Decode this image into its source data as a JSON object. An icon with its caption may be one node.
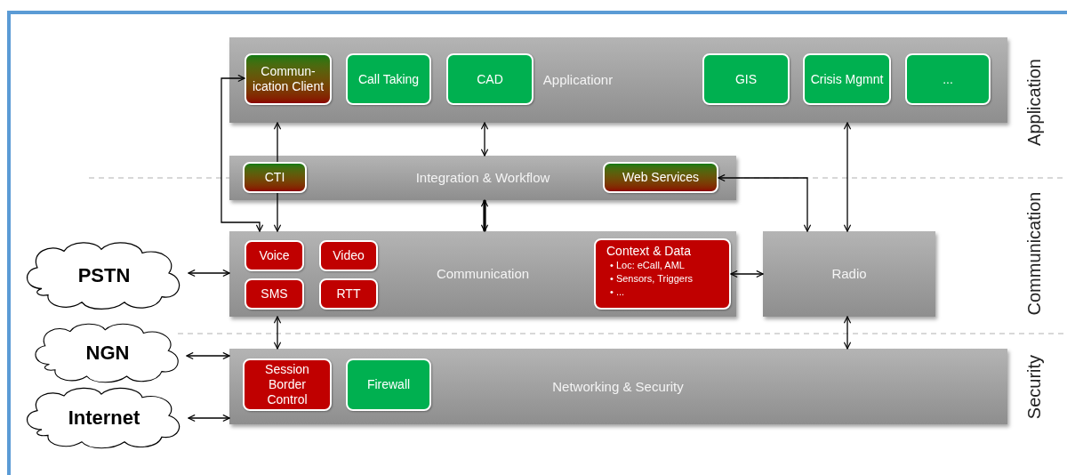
{
  "diagram": {
    "nodes": [
      {
        "text": [
          "Applicationr"
        ]
      },
      {
        "text": [
          "Commun-ication Client"
        ],
        "in": 0
      },
      {
        "text": [
          "Call Taking"
        ],
        "in": 0
      },
      {
        "text": [
          "CAD"
        ],
        "in": 0
      },
      {
        "text": [
          "GIS"
        ],
        "in": 0
      },
      {
        "text": [
          "Crisis Mgmnt"
        ],
        "in": 0
      },
      {
        "text": [
          "..."
        ],
        "in": 0
      },
      {
        "text": [
          "Integration & Workflow"
        ]
      },
      {
        "text": [
          "CTI"
        ],
        "in": 7
      },
      {
        "text": [
          "Web Services"
        ],
        "in": 7
      },
      {
        "text": [
          "Communication"
        ]
      },
      {
        "text": [
          "Voice"
        ],
        "in": 10
      },
      {
        "text": [
          "Video"
        ],
        "in": 10
      },
      {
        "text": [
          "SMS"
        ],
        "in": 10
      },
      {
        "text": [
          "RTT"
        ],
        "in": 10
      },
      {
        "text": [
          "Context & Data",
          "• Loc: eCall, AML",
          "• Sensors, Triggers",
          "• ..."
        ],
        "in": 10
      },
      {
        "text": [
          "Radio"
        ]
      },
      {
        "text": [
          "Networking & Security"
        ]
      },
      {
        "text": [
          "Session Border Control"
        ],
        "in": 17
      },
      {
        "text": [
          "Firewall"
        ],
        "in": 17
      },
      {
        "text": [
          "PSTN"
        ]
      },
      {
        "text": [
          "NGN"
        ]
      },
      {
        "text": [
          "Internet"
        ]
      }
    ],
    "edges": [
      {
        "from": 1,
        "to": 10,
        "arrow": "both"
      },
      {
        "from": 8,
        "to": 0,
        "arrow": "to"
      },
      {
        "from": 8,
        "to": 10,
        "arrow": "to"
      },
      {
        "from": 0,
        "to": 7,
        "arrow": "both"
      },
      {
        "from": 7,
        "to": 10,
        "arrow": "both",
        "style": "thick"
      },
      {
        "from": 9,
        "to": 16,
        "arrow": "both"
      },
      {
        "from": 0,
        "to": 16,
        "arrow": "both"
      },
      {
        "from": 15,
        "to": 16,
        "arrow": "both"
      },
      {
        "from": 20,
        "to": 10,
        "arrow": "both"
      },
      {
        "from": 10,
        "to": 17,
        "arrow": "both"
      },
      {
        "from": 16,
        "to": 17,
        "arrow": "both"
      },
      {
        "from": 21,
        "to": 17,
        "arrow": "both"
      },
      {
        "from": 22,
        "to": 17,
        "arrow": "both"
      }
    ],
    "labels": [
      "Application",
      "Communication",
      "Security"
    ]
  }
}
